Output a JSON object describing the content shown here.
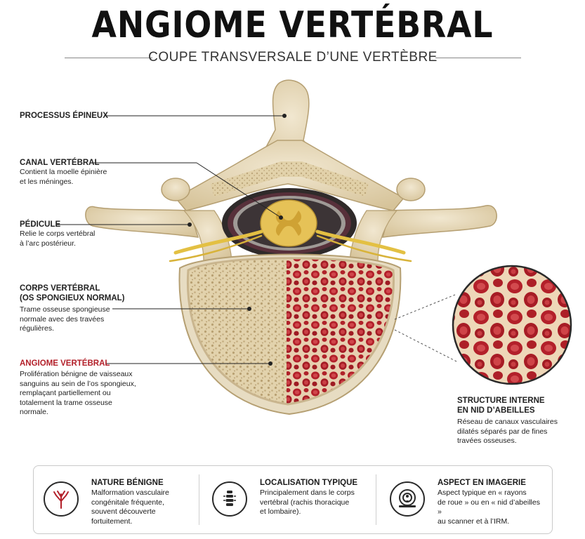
{
  "title": "ANGIOME VERTÉBRAL",
  "subtitle": "COUPE TRANSVERSALE D’UNE VERTÈBRE",
  "labels": {
    "processus": {
      "head": "PROCESSUS ÉPINEUX"
    },
    "canal": {
      "head": "CANAL VERTÉBRAL",
      "desc": [
        "Contient la moelle épinière",
        "et les méninges."
      ]
    },
    "pedicule": {
      "head": "PÉDICULE",
      "desc": [
        "Relie le corps vertébral",
        "à l’arc postérieur."
      ]
    },
    "corps": {
      "head": "CORPS VERTÉBRAL",
      "head2": "(OS SPONGIEUX NORMAL)",
      "desc": [
        "Trame osseuse spongieuse",
        "normale avec des travées",
        "régulières."
      ]
    },
    "angiome": {
      "head": "ANGIOME VERTÉBRAL",
      "desc": [
        "Prolifération bénigne de vaisseaux",
        "sanguins au sein de l’os spongieux,",
        "remplaçant partiellement ou",
        "totalement la trame osseuse",
        "normale."
      ]
    },
    "structure": {
      "head": "STRUCTURE INTERNE",
      "head2": "EN NID D’ABEILLES",
      "desc": [
        "Réseau de canaux vasculaires",
        "dilatés séparés par de fines",
        "travées osseuses."
      ]
    }
  },
  "features": [
    {
      "icon": "vessel-tree-icon",
      "title": "NATURE BÉNIGNE",
      "desc": [
        "Malformation vasculaire",
        "congénitale fréquente,",
        "souvent découverte",
        "fortuitement."
      ]
    },
    {
      "icon": "spine-icon",
      "title": "LOCALISATION TYPIQUE",
      "desc": [
        "Principalement dans le corps",
        "vertébral (rachis thoracique",
        "et lombaire)."
      ]
    },
    {
      "icon": "scanner-icon",
      "title": "ASPECT EN IMAGERIE",
      "desc": [
        "Aspect typique en « rayons",
        "de roue » ou en « nid d’abeilles »",
        "au scanner et à l’IRM."
      ]
    }
  ],
  "colors": {
    "bone": "#e8dcc0",
    "bone_shadow": "#c9b58e",
    "angioma_red": "#b3202a",
    "spinal_cord": "#e6c257",
    "nerve": "#e3c043"
  }
}
